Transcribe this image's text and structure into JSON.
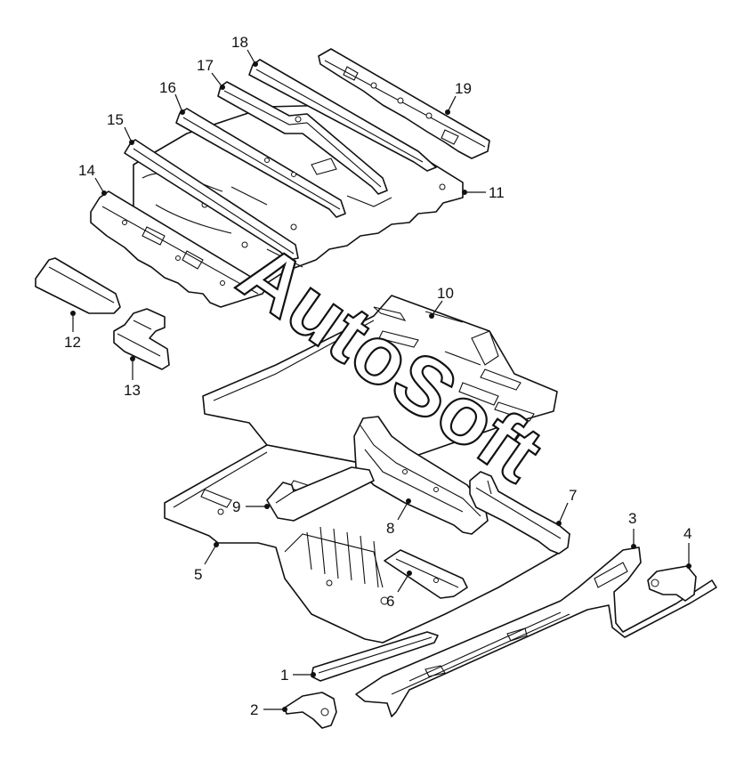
{
  "watermark": "AutoSoft",
  "callouts": [
    {
      "id": "c1",
      "label": "1"
    },
    {
      "id": "c2",
      "label": "2"
    },
    {
      "id": "c3",
      "label": "3"
    },
    {
      "id": "c4",
      "label": "4"
    },
    {
      "id": "c5",
      "label": "5"
    },
    {
      "id": "c6",
      "label": "6"
    },
    {
      "id": "c7",
      "label": "7"
    },
    {
      "id": "c8",
      "label": "8"
    },
    {
      "id": "c9",
      "label": "9"
    },
    {
      "id": "c10",
      "label": "10"
    },
    {
      "id": "c11",
      "label": "11"
    },
    {
      "id": "c12",
      "label": "12"
    },
    {
      "id": "c13",
      "label": "13"
    },
    {
      "id": "c14",
      "label": "14"
    },
    {
      "id": "c15",
      "label": "15"
    },
    {
      "id": "c16",
      "label": "16"
    },
    {
      "id": "c17",
      "label": "17"
    },
    {
      "id": "c18",
      "label": "18"
    },
    {
      "id": "c19",
      "label": "19"
    }
  ]
}
